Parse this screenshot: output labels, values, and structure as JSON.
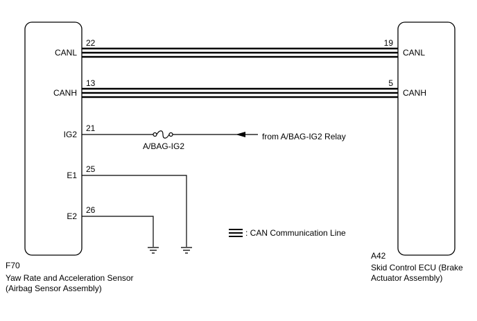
{
  "left_ecu": {
    "code": "F70",
    "name_line1": "Yaw Rate and Acceleration Sensor",
    "name_line2": "(Airbag Sensor Assembly)",
    "pins": {
      "canl": {
        "label": "CANL",
        "number": "22"
      },
      "canh": {
        "label": "CANH",
        "number": "13"
      },
      "ig2": {
        "label": "IG2",
        "number": "21"
      },
      "e1": {
        "label": "E1",
        "number": "25"
      },
      "e2": {
        "label": "E2",
        "number": "26"
      }
    }
  },
  "right_ecu": {
    "code": "A42",
    "name_line1": "Skid Control ECU (Brake",
    "name_line2": "Actuator Assembly)",
    "pins": {
      "canl": {
        "label": "CANL",
        "number": "19"
      },
      "canh": {
        "label": "CANH",
        "number": "5"
      }
    }
  },
  "fuse": {
    "label": "A/BAG-IG2"
  },
  "relay_source": {
    "label": "from A/BAG-IG2 Relay"
  },
  "legend": {
    "label": ": CAN Communication Line"
  },
  "colors": {
    "line": "#000000",
    "background": "#ffffff"
  }
}
